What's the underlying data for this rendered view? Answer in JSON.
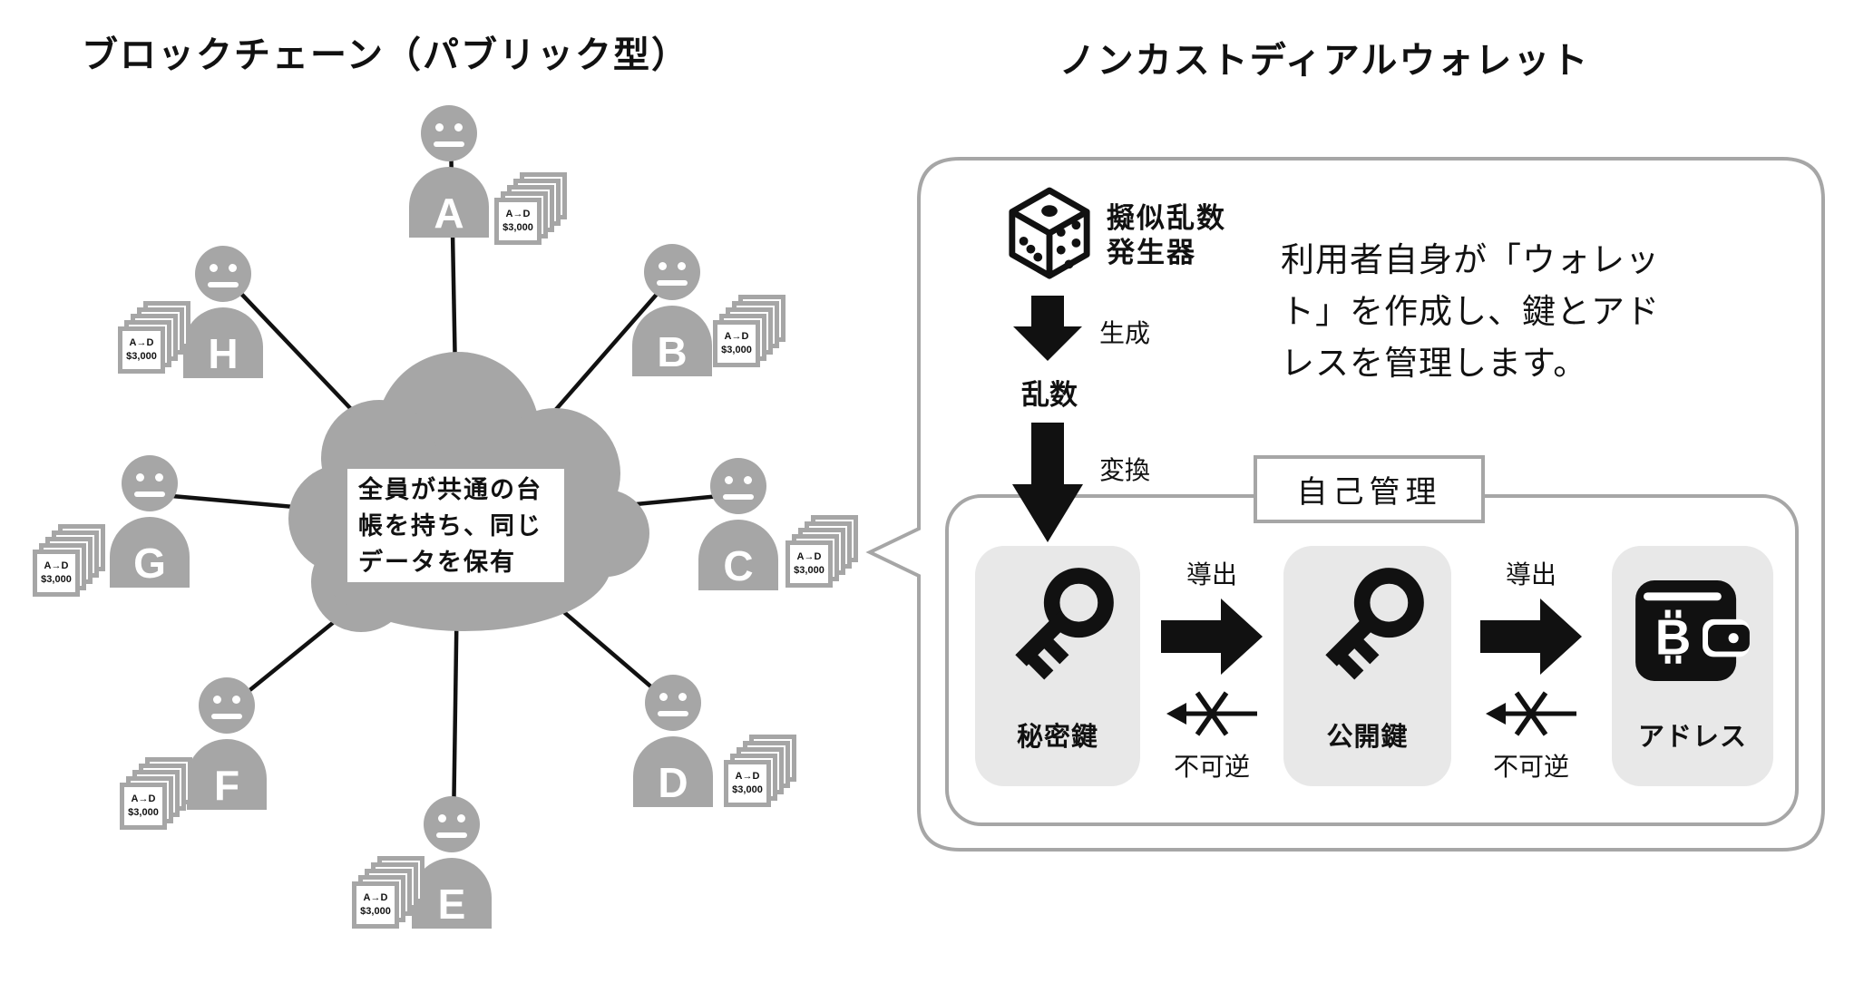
{
  "left_panel": {
    "title": "ブロックチェーン（パブリック型）",
    "cloud_text_lines": [
      "全員が共通の台",
      "帳を持ち、同じ",
      "データを保有"
    ],
    "ledger_card": {
      "transaction": "A→D",
      "amount": "$3,000"
    },
    "nodes": [
      {
        "label": "A"
      },
      {
        "label": "B"
      },
      {
        "label": "C"
      },
      {
        "label": "D"
      },
      {
        "label": "E"
      },
      {
        "label": "F"
      },
      {
        "label": "G"
      },
      {
        "label": "H"
      }
    ]
  },
  "right_panel": {
    "title": "ノンカストディアルウォレット",
    "generator_label_lines": [
      "擬似乱数",
      "発生器"
    ],
    "generate_label": "生成",
    "random_number_label": "乱数",
    "convert_label": "変換",
    "description_lines": [
      "利用者自身が「ウォレッ",
      "ト」を作成し、鍵とアド",
      "レスを管理します。"
    ],
    "self_management_label": "自己管理",
    "private_key_label": "秘密鍵",
    "public_key_label": "公開鍵",
    "address_label": "アドレス",
    "derive_label": "導出",
    "irreversible_label": "不可逆",
    "bitcoin_symbol": "B"
  },
  "colors": {
    "node_gray": "#a6a6a6",
    "panel_light_gray": "#e8e8e8",
    "line_black": "#111111"
  }
}
